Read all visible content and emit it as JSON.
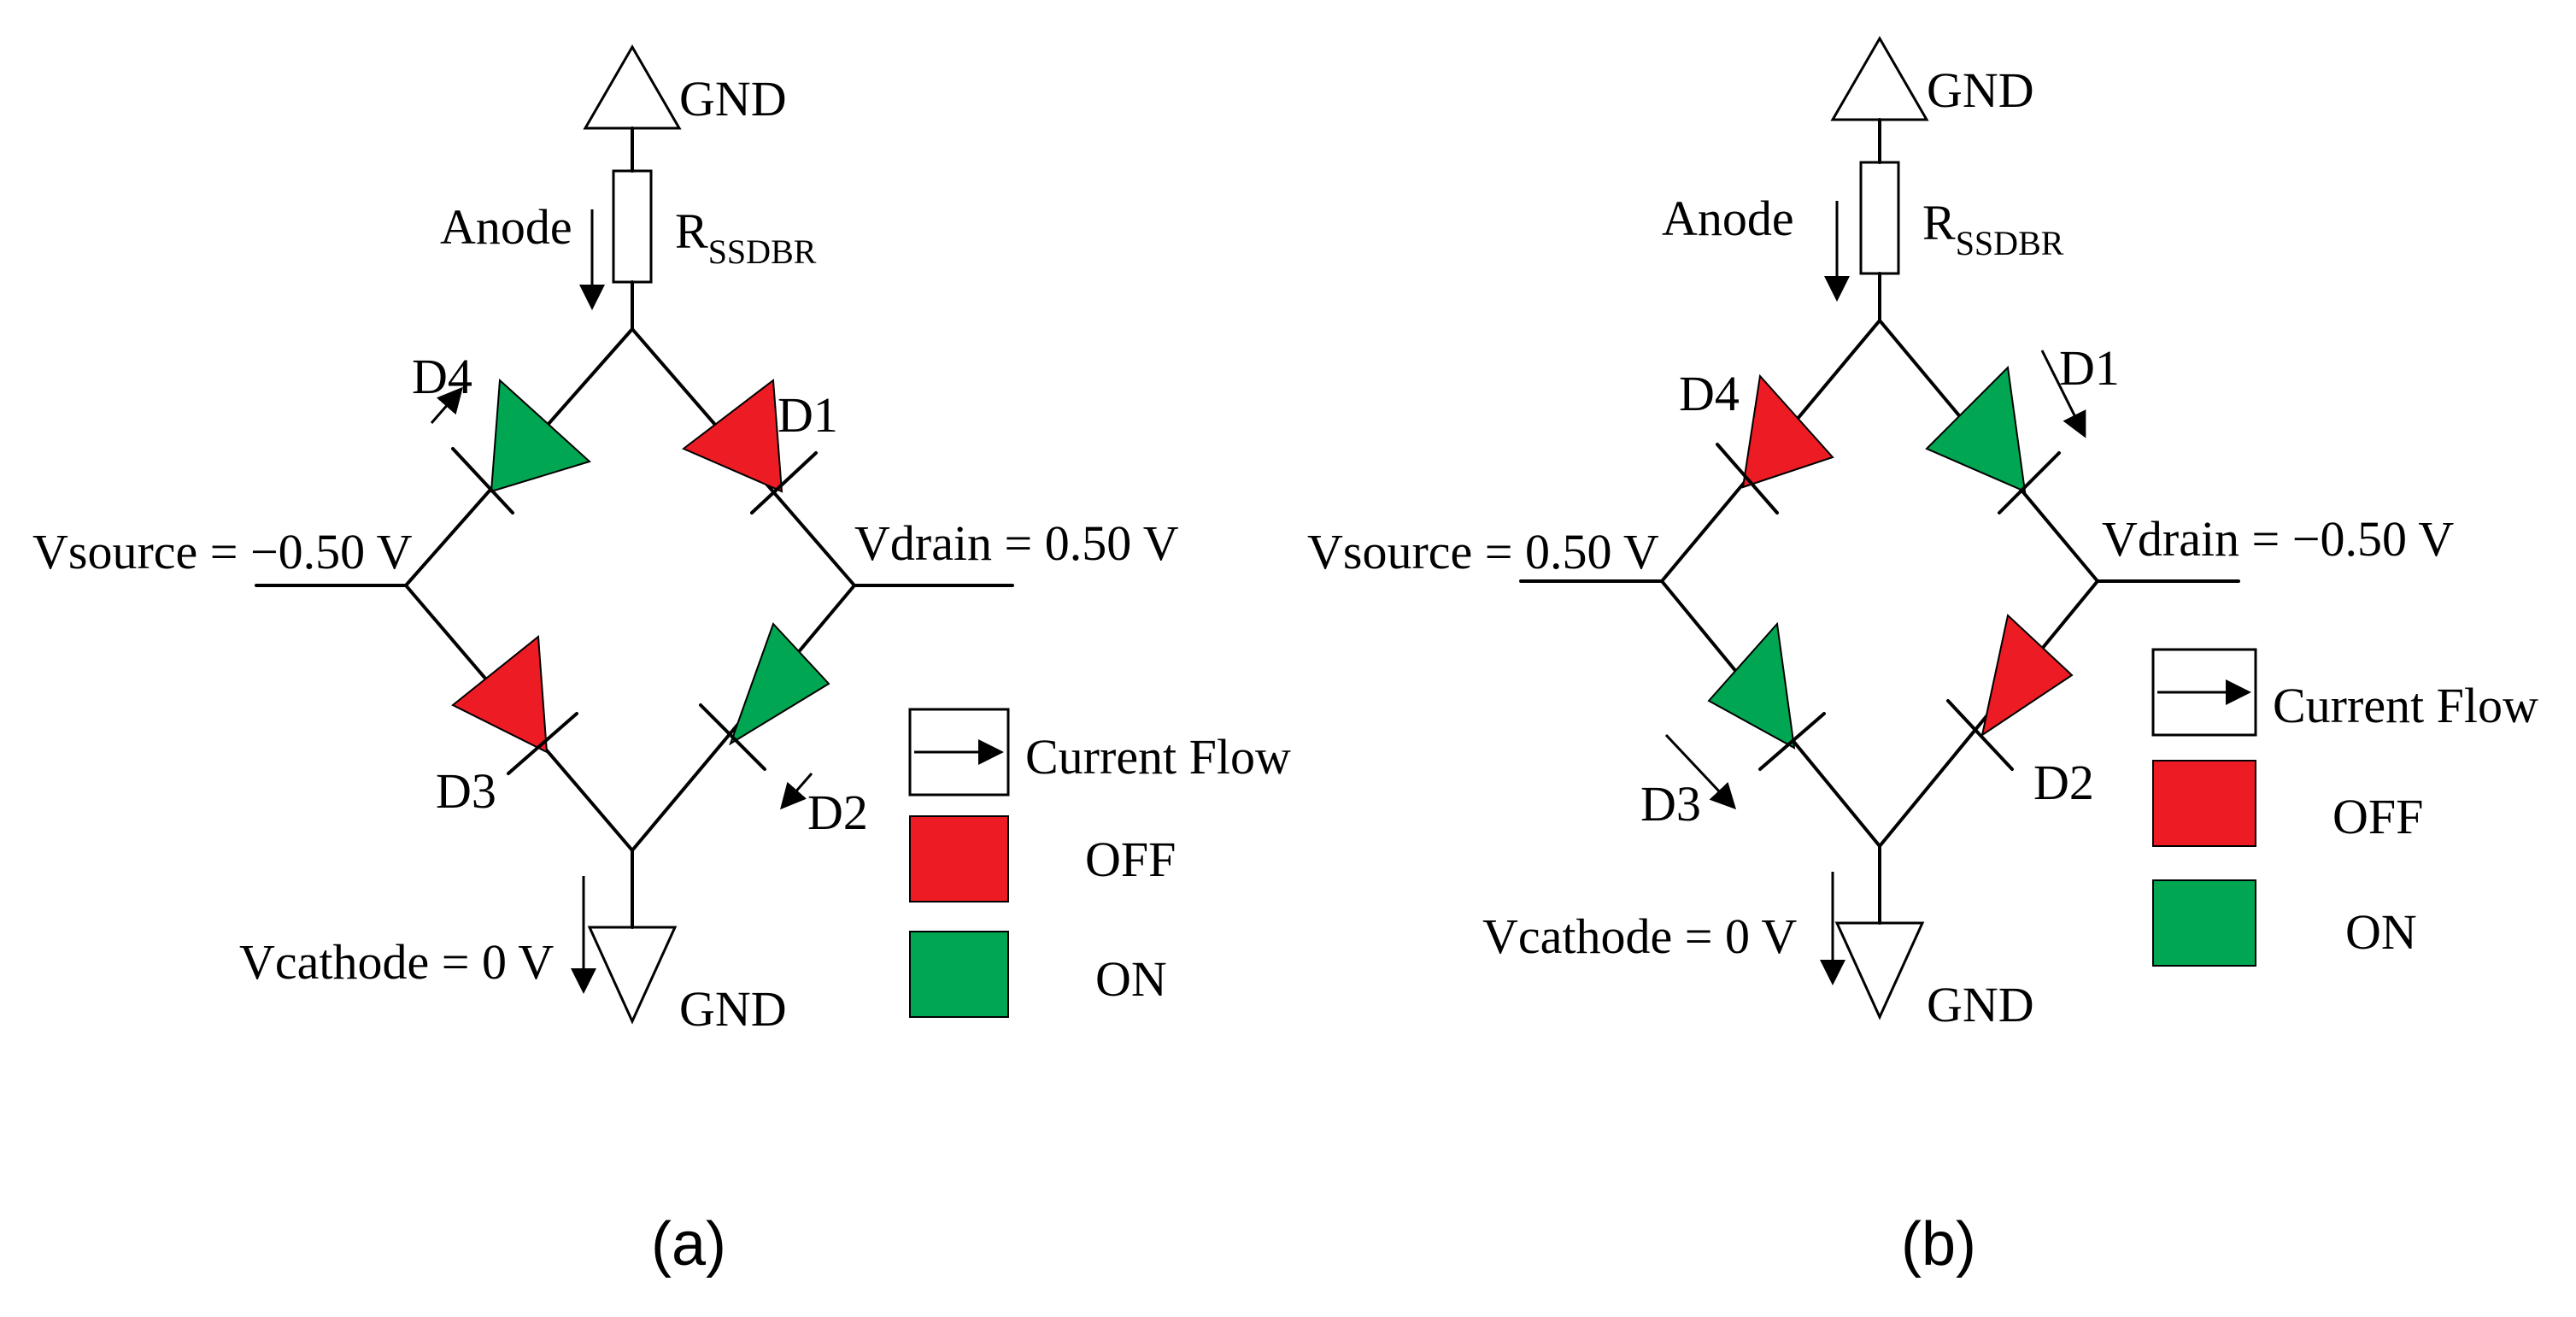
{
  "colors": {
    "off": "#ed1c24",
    "on": "#00a651",
    "line": "#000000"
  },
  "panels": [
    {
      "caption": "(a)",
      "gnd_top": "GND",
      "gnd_bottom": "GND",
      "anode": "Anode",
      "resistor_main": "R",
      "resistor_sub": "SSDBR",
      "vsource": "Vsource = −0.50 V",
      "vdrain": "Vdrain = 0.50 V",
      "vcathode": "Vcathode = 0 V",
      "diodes": [
        {
          "label": "D1",
          "state": "OFF"
        },
        {
          "label": "D2",
          "state": "ON"
        },
        {
          "label": "D3",
          "state": "OFF"
        },
        {
          "label": "D4",
          "state": "ON"
        }
      ],
      "legend": {
        "current_flow": "Current Flow",
        "off": "OFF",
        "on": "ON"
      }
    },
    {
      "caption": "(b)",
      "gnd_top": "GND",
      "gnd_bottom": "GND",
      "anode": "Anode",
      "resistor_main": "R",
      "resistor_sub": "SSDBR",
      "vsource": "Vsource = 0.50 V",
      "vdrain": "Vdrain = −0.50 V",
      "vcathode": "Vcathode = 0 V",
      "diodes": [
        {
          "label": "D1",
          "state": "ON"
        },
        {
          "label": "D2",
          "state": "OFF"
        },
        {
          "label": "D3",
          "state": "ON"
        },
        {
          "label": "D4",
          "state": "OFF"
        }
      ],
      "legend": {
        "current_flow": "Current Flow",
        "off": "OFF",
        "on": "ON"
      }
    }
  ]
}
